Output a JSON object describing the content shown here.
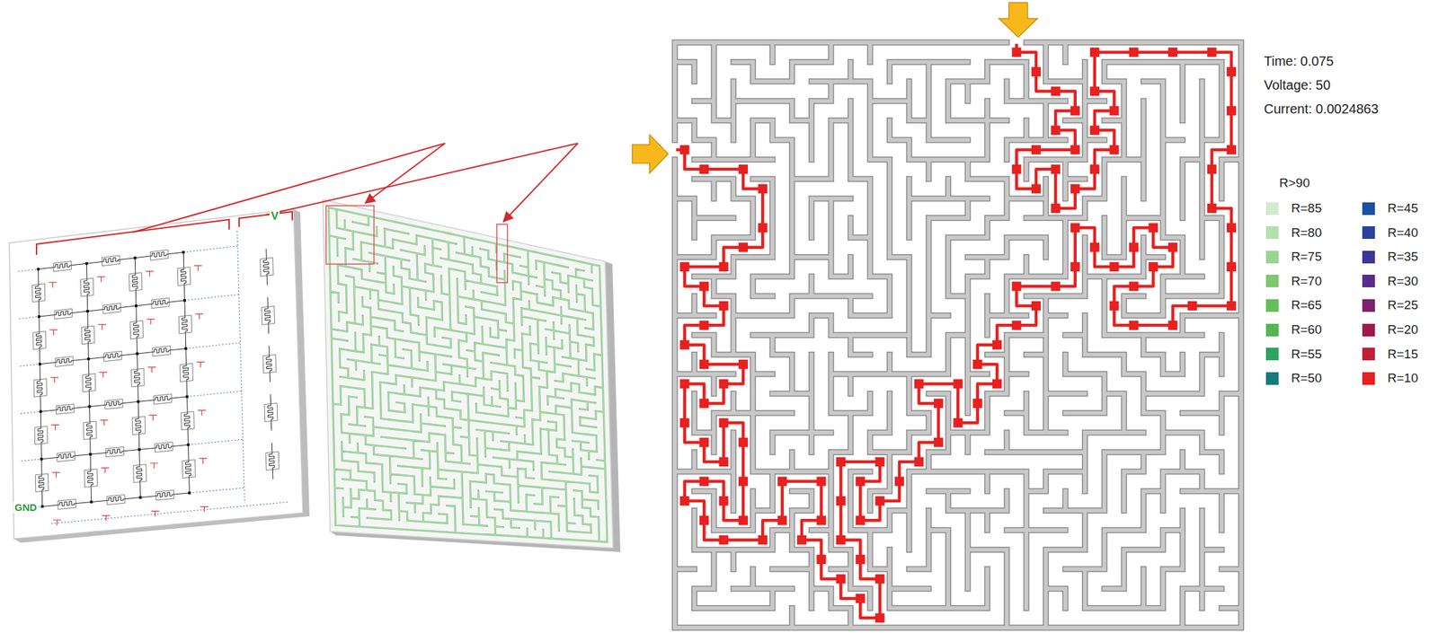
{
  "diagram": {
    "labels": [
      "V",
      "GND",
      "Time: 0.075",
      "Voltage: 50",
      "Current: 0.0024863"
    ],
    "legend": [
      {
        "text": "R>90",
        "color": "#ffffff"
      },
      {
        "text": "R=85",
        "color": "#d2ebd0"
      },
      {
        "text": "R=80",
        "color": "#b4dfae"
      },
      {
        "text": "R=75",
        "color": "#9ad392"
      },
      {
        "text": "R=70",
        "color": "#7fc771"
      },
      {
        "text": "R=65",
        "color": "#68bd5c"
      },
      {
        "text": "R=60",
        "color": "#55b455"
      },
      {
        "text": "R=55",
        "color": "#2ea35f"
      },
      {
        "text": "R=50",
        "color": "#177a78"
      },
      {
        "text": "R=45",
        "color": "#1a51a0"
      },
      {
        "text": "R=40",
        "color": "#2b419c"
      },
      {
        "text": "R=35",
        "color": "#3b3596"
      },
      {
        "text": "R=30",
        "color": "#5b2b8c"
      },
      {
        "text": "R=25",
        "color": "#7c216c"
      },
      {
        "text": "R=20",
        "color": "#9c1a4a"
      },
      {
        "text": "R=15",
        "color": "#c21f35"
      },
      {
        "text": "R=10",
        "color": "#e8201f"
      }
    ]
  }
}
